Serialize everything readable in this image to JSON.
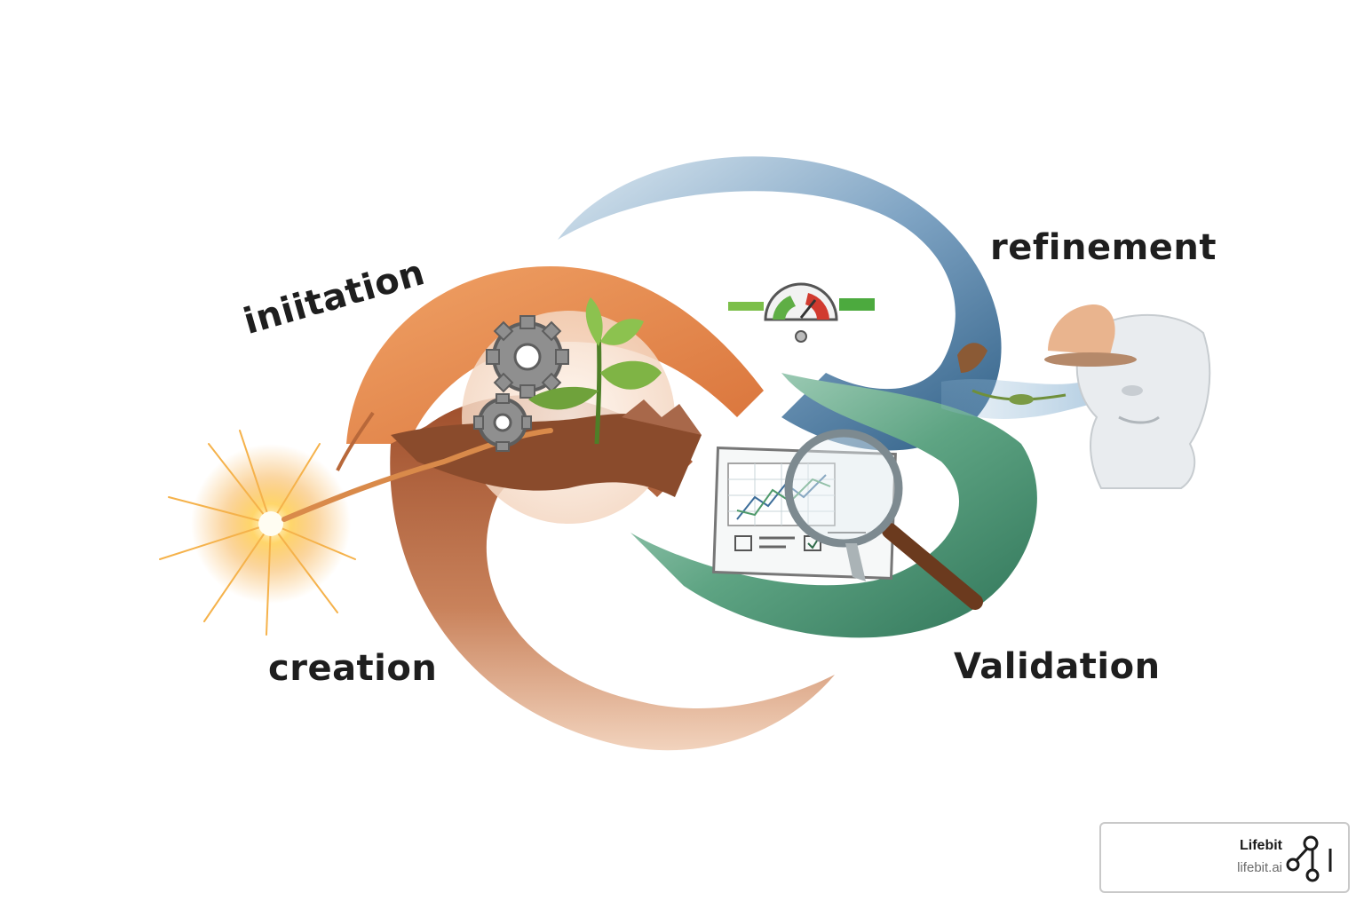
{
  "stages": {
    "initiation": "iniitation",
    "refinement": "refinement",
    "creation": "creation",
    "validation": "Validation"
  },
  "brand": {
    "name": "Lifebit",
    "url": "lifebit.ai"
  },
  "colors": {
    "orange": "#e3874a",
    "brown": "#a85a35",
    "blue": "#3f6f96",
    "green": "#3f8a6c",
    "spark": "#f3b24a"
  },
  "icons": [
    "spark-icon",
    "gears-icon",
    "sprout-icon",
    "gauge-icon",
    "chart-document-icon",
    "magnifier-icon",
    "bird-icon",
    "sculpture-icon",
    "hand-icon"
  ]
}
